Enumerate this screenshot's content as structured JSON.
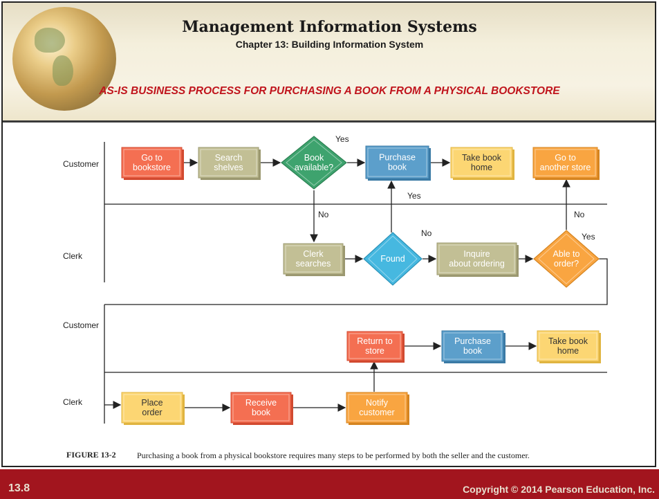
{
  "header": {
    "title": "Management Information Systems",
    "chapter": "Chapter 13: Building Information System",
    "subtitle": "AS-IS BUSINESS PROCESS FOR PURCHASING A BOOK FROM A PHYSICAL BOOKSTORE"
  },
  "lanes": [
    {
      "label": "Customer"
    },
    {
      "label": "Clerk"
    },
    {
      "label": "Customer"
    },
    {
      "label": "Clerk"
    }
  ],
  "nodes": [
    {
      "id": "go-bookstore",
      "shape": "box",
      "style": "red",
      "lines": [
        "Go to",
        "bookstore"
      ]
    },
    {
      "id": "search-shelves",
      "shape": "box",
      "style": "olive",
      "lines": [
        "Search",
        "shelves"
      ]
    },
    {
      "id": "book-available",
      "shape": "diamond",
      "style": "green",
      "lines": [
        "Book",
        "available?"
      ]
    },
    {
      "id": "purchase-book-1",
      "shape": "box",
      "style": "blue",
      "lines": [
        "Purchase",
        "book"
      ]
    },
    {
      "id": "take-home-1",
      "shape": "box",
      "style": "yellow",
      "lines": [
        "Take book",
        "home"
      ]
    },
    {
      "id": "go-another-store",
      "shape": "box",
      "style": "orange",
      "lines": [
        "Go to",
        "another store"
      ]
    },
    {
      "id": "clerk-searches",
      "shape": "box",
      "style": "olive",
      "lines": [
        "Clerk",
        "searches"
      ]
    },
    {
      "id": "found",
      "shape": "diamond",
      "style": "blue",
      "lines": [
        "Found"
      ]
    },
    {
      "id": "inquire-ordering",
      "shape": "box",
      "style": "olive",
      "lines": [
        "Inquire",
        "about ordering"
      ]
    },
    {
      "id": "able-to-order",
      "shape": "diamond",
      "style": "orange",
      "lines": [
        "Able to",
        "order?"
      ]
    },
    {
      "id": "return-store",
      "shape": "box",
      "style": "red",
      "lines": [
        "Return to",
        "store"
      ]
    },
    {
      "id": "purchase-book-2",
      "shape": "box",
      "style": "blue",
      "lines": [
        "Purchase",
        "book"
      ]
    },
    {
      "id": "take-home-2",
      "shape": "box",
      "style": "yellow",
      "lines": [
        "Take book",
        "home"
      ]
    },
    {
      "id": "place-order",
      "shape": "box",
      "style": "yellow",
      "lines": [
        "Place",
        "order"
      ]
    },
    {
      "id": "receive-book",
      "shape": "box",
      "style": "red",
      "lines": [
        "Receive",
        "book"
      ]
    },
    {
      "id": "notify-customer",
      "shape": "box",
      "style": "orange",
      "lines": [
        "Notify",
        "customer"
      ]
    }
  ],
  "edges": [
    {
      "from": "go-bookstore",
      "to": "search-shelves",
      "label": ""
    },
    {
      "from": "search-shelves",
      "to": "book-available",
      "label": ""
    },
    {
      "from": "book-available",
      "to": "purchase-book-1",
      "label": "Yes"
    },
    {
      "from": "purchase-book-1",
      "to": "take-home-1",
      "label": ""
    },
    {
      "from": "book-available",
      "to": "clerk-searches",
      "label": "No"
    },
    {
      "from": "clerk-searches",
      "to": "found",
      "label": ""
    },
    {
      "from": "found",
      "to": "purchase-book-1",
      "label": "Yes"
    },
    {
      "from": "found",
      "to": "inquire-ordering",
      "label": "No"
    },
    {
      "from": "inquire-ordering",
      "to": "able-to-order",
      "label": ""
    },
    {
      "from": "able-to-order",
      "to": "go-another-store",
      "label": "No"
    },
    {
      "from": "able-to-order",
      "to": "place-order",
      "label": "Yes"
    },
    {
      "from": "place-order",
      "to": "receive-book",
      "label": ""
    },
    {
      "from": "receive-book",
      "to": "notify-customer",
      "label": ""
    },
    {
      "from": "notify-customer",
      "to": "return-store",
      "label": ""
    },
    {
      "from": "return-store",
      "to": "purchase-book-2",
      "label": ""
    },
    {
      "from": "purchase-book-2",
      "to": "take-home-2",
      "label": ""
    }
  ],
  "caption": {
    "number": "FIGURE 13-2",
    "text": "Purchasing a book from a physical bookstore requires many steps to be performed by both the seller and the customer."
  },
  "footer": {
    "slide_number": "13.8",
    "copyright": "Copyright © 2014 Pearson Education, Inc."
  },
  "colors": {
    "header_title_red": "#c0141c",
    "footer_band": "#a2151e",
    "box_red": "#f46f52",
    "box_olive": "#c2bf95",
    "box_green": "#3ea36e",
    "box_blue": "#5c9fcb",
    "box_cyan": "#46b8e0",
    "box_yellow": "#fcd673",
    "box_orange": "#f9a541",
    "connector": "#222222"
  }
}
